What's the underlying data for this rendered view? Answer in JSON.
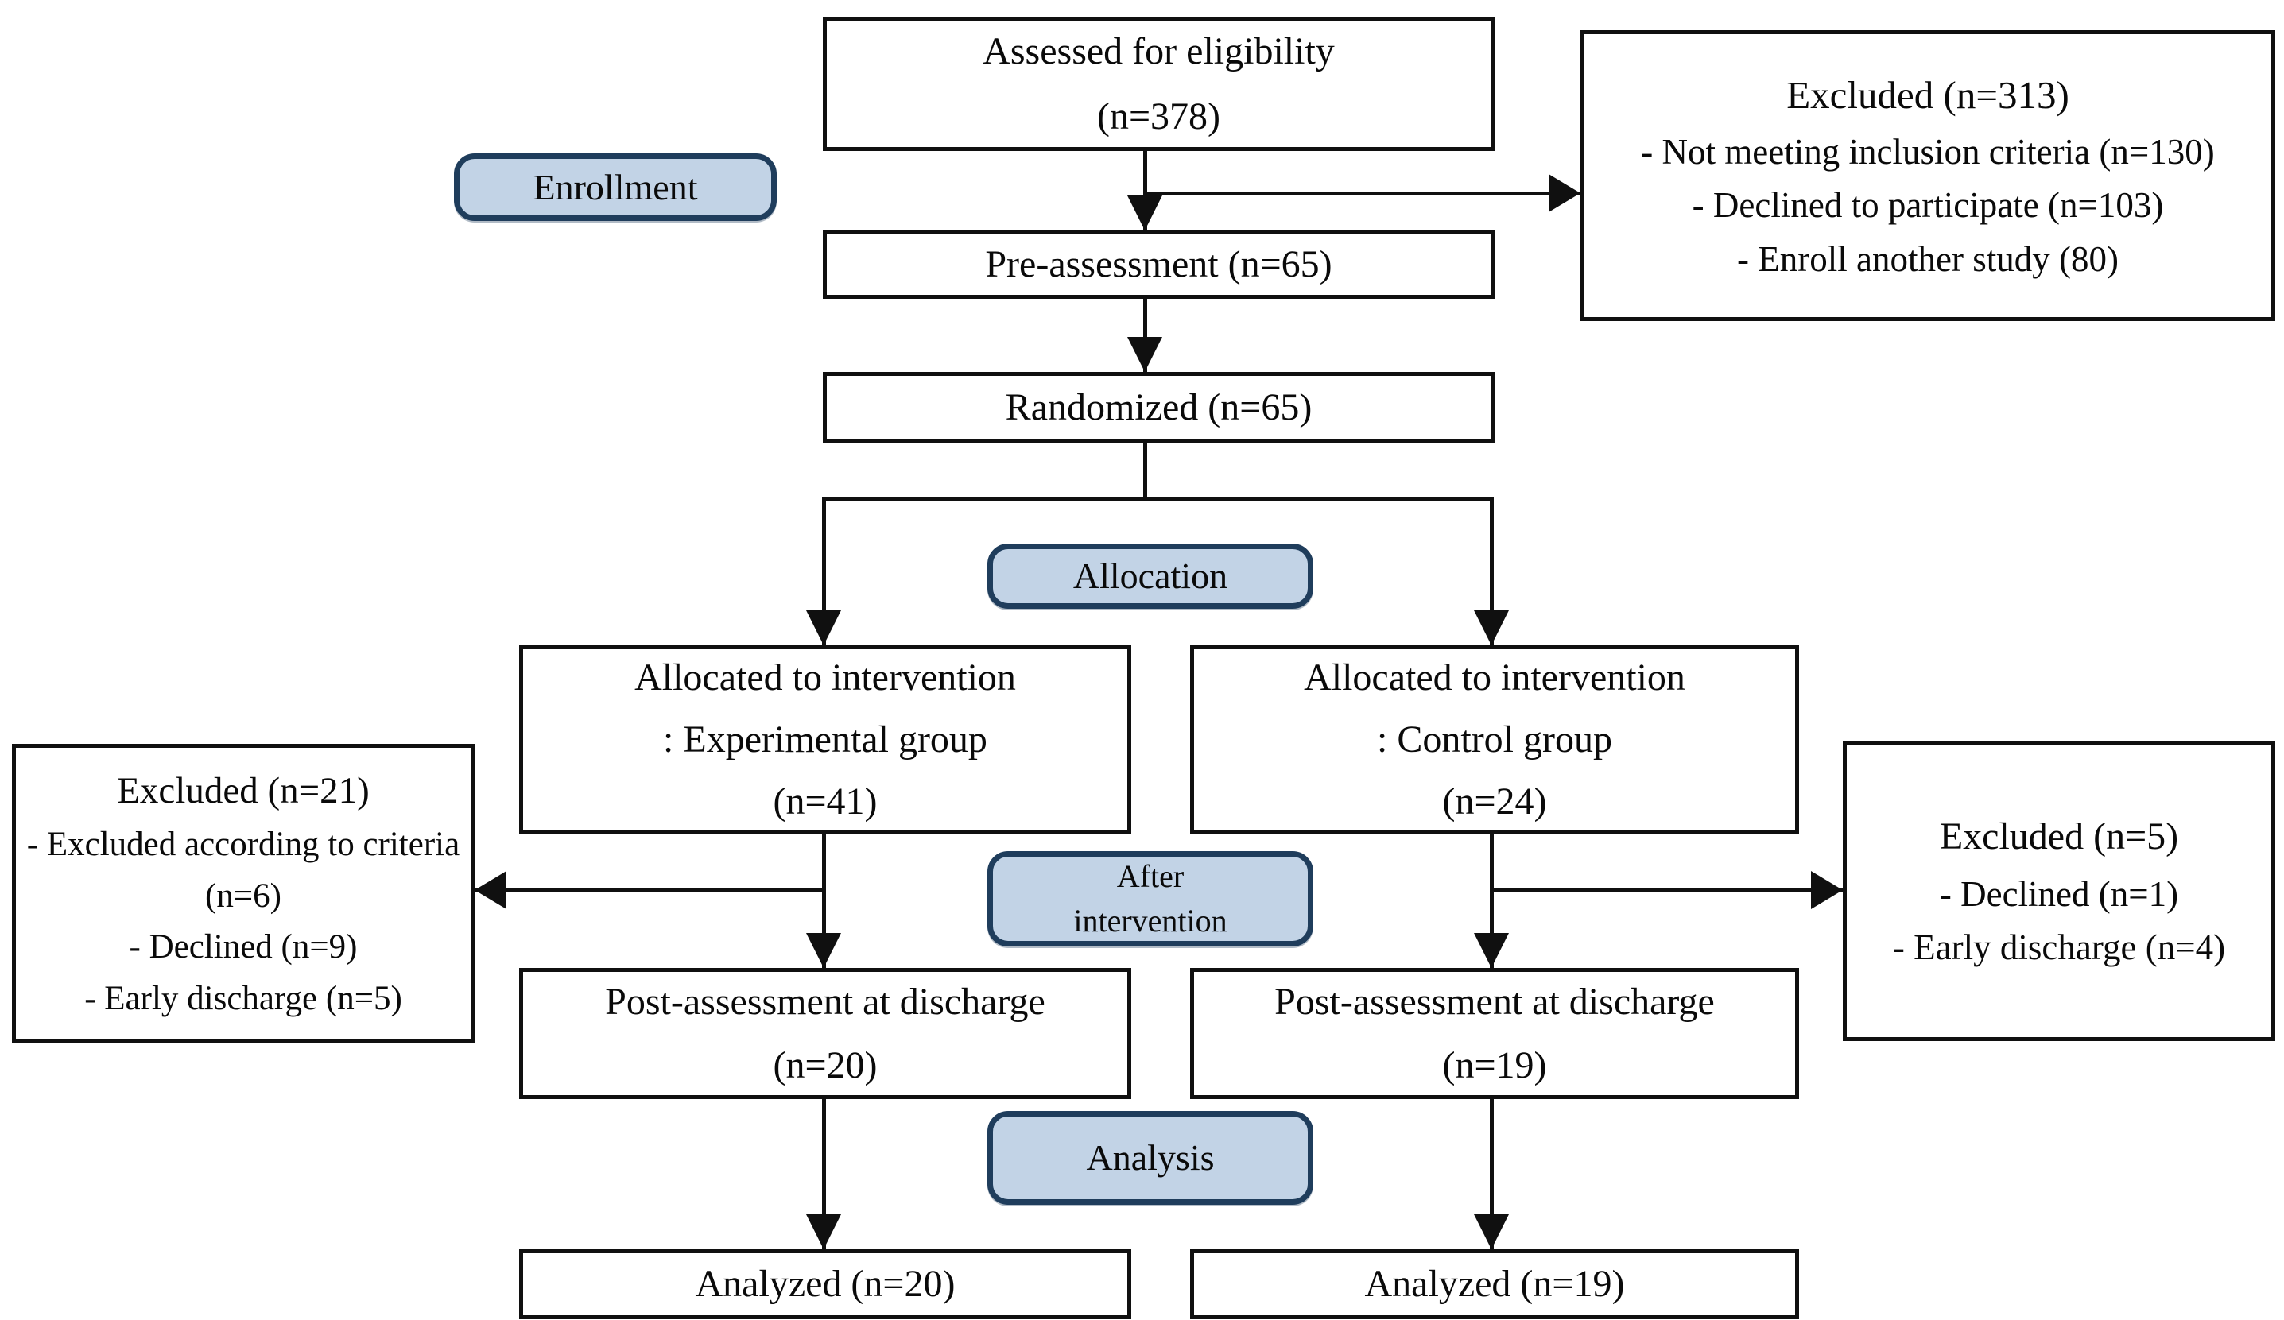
{
  "diagram": {
    "phase_labels": {
      "enrollment": "Enrollment",
      "allocation": "Allocation",
      "after_intervention": {
        "line1": "After",
        "line2": "intervention"
      },
      "analysis": "Analysis"
    },
    "boxes": {
      "assessed": {
        "line1": "Assessed for eligibility",
        "line2": "(n=378)"
      },
      "excluded_top": {
        "title": "Excluded (n=313)",
        "items": [
          "- Not meeting inclusion criteria (n=130)",
          "- Declined to participate (n=103)",
          "- Enroll another study (80)"
        ]
      },
      "pre_assessment": {
        "text": "Pre-assessment (n=65)"
      },
      "randomized": {
        "text": "Randomized (n=65)"
      },
      "allocated_experimental": {
        "line1": "Allocated to intervention",
        "line2": ": Experimental group",
        "line3": "(n=41)"
      },
      "allocated_control": {
        "line1": "Allocated to intervention",
        "line2": ": Control group",
        "line3": "(n=24)"
      },
      "excluded_left": {
        "title": "Excluded (n=21)",
        "items": [
          "- Excluded according to criteria (n=6)",
          "- Declined (n=9)",
          "- Early discharge (n=5)"
        ]
      },
      "excluded_right": {
        "title": "Excluded (n=5)",
        "items": [
          "- Declined (n=1)",
          "- Early discharge (n=4)"
        ]
      },
      "post_experimental": {
        "line1": "Post-assessment at discharge",
        "line2": "(n=20)"
      },
      "post_control": {
        "line1": "Post-assessment at discharge",
        "line2": "(n=19)"
      },
      "analyzed_experimental": {
        "text": "Analyzed (n=20)"
      },
      "analyzed_control": {
        "text": "Analyzed (n=19)"
      }
    },
    "colors": {
      "phase_fill": "#c2d3e6",
      "phase_border": "#1f3d5c",
      "box_border": "#101010",
      "line": "#101010",
      "background": "#ffffff"
    }
  }
}
